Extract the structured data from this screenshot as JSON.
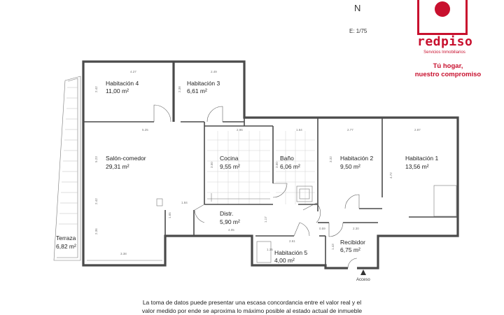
{
  "header": {
    "north": "N",
    "scale": "E: 1/75"
  },
  "brand": {
    "name": "redpiso",
    "subtitle": "Servicios  Inmobiliarios",
    "slogan_line1": "Tú hogar,",
    "slogan_line2": "nuestro compromiso",
    "color": "#c8102e"
  },
  "rooms": {
    "hab4": {
      "name": "Habitación 4",
      "area": "11,00 m²"
    },
    "hab3": {
      "name": "Habitación 3",
      "area": "6,61 m²"
    },
    "salon": {
      "name": "Salón-comedor",
      "area": "29,31 m²"
    },
    "cocina": {
      "name": "Cocina",
      "area": "9,55 m²"
    },
    "bano": {
      "name": "Baño",
      "area": "6,06 m²"
    },
    "hab2": {
      "name": "Habitación 2",
      "area": "9,50 m²"
    },
    "hab1": {
      "name": "Habitación 1",
      "area": "13,56 m²"
    },
    "distr": {
      "name": "Distr.",
      "area": "5,90 m²"
    },
    "terraza": {
      "name": "Terraza",
      "area": "6,82 m²"
    },
    "hab5": {
      "name": "Habitación 5",
      "area": "4,00 m²"
    },
    "recibidor": {
      "name": "Recibidor",
      "area": "6,75 m²"
    }
  },
  "dimensions": {
    "hab4_w": "4.27",
    "hab3_w": "2.49",
    "hab4_h": "2.42",
    "hab3_h": "2.38",
    "salon_w": "5.25",
    "cocina_w": "2.96",
    "bano_w": "1.64",
    "hab2_w": "2.77",
    "hab1_w": "2.87",
    "salon_h": "5.23",
    "cocina_h": "3.50",
    "bano_h": "3.50",
    "hab2_h": "3.32",
    "hab1_h": "4.72",
    "salon_h2": "2.36",
    "salon_mid": "1.65",
    "salon_left": "2.42",
    "salon_bottom": "3.38",
    "distr_w": "4.05",
    "distr_h": "1.17",
    "distr_a": "1.84",
    "distr_b": "1.17",
    "hab5_w": "2.61",
    "hab5_h": "1.35",
    "recib_w": "2.30",
    "recib_a": "0.59",
    "recib_h": "1.43"
  },
  "entrance": "Acceso",
  "disclaimer": {
    "line1": "La toma de datos puede presentar una escasa concordancia entre el valor real y el",
    "line2": "valor medido por ende se aproxima lo máximo posible al estado actual de inmueble"
  }
}
